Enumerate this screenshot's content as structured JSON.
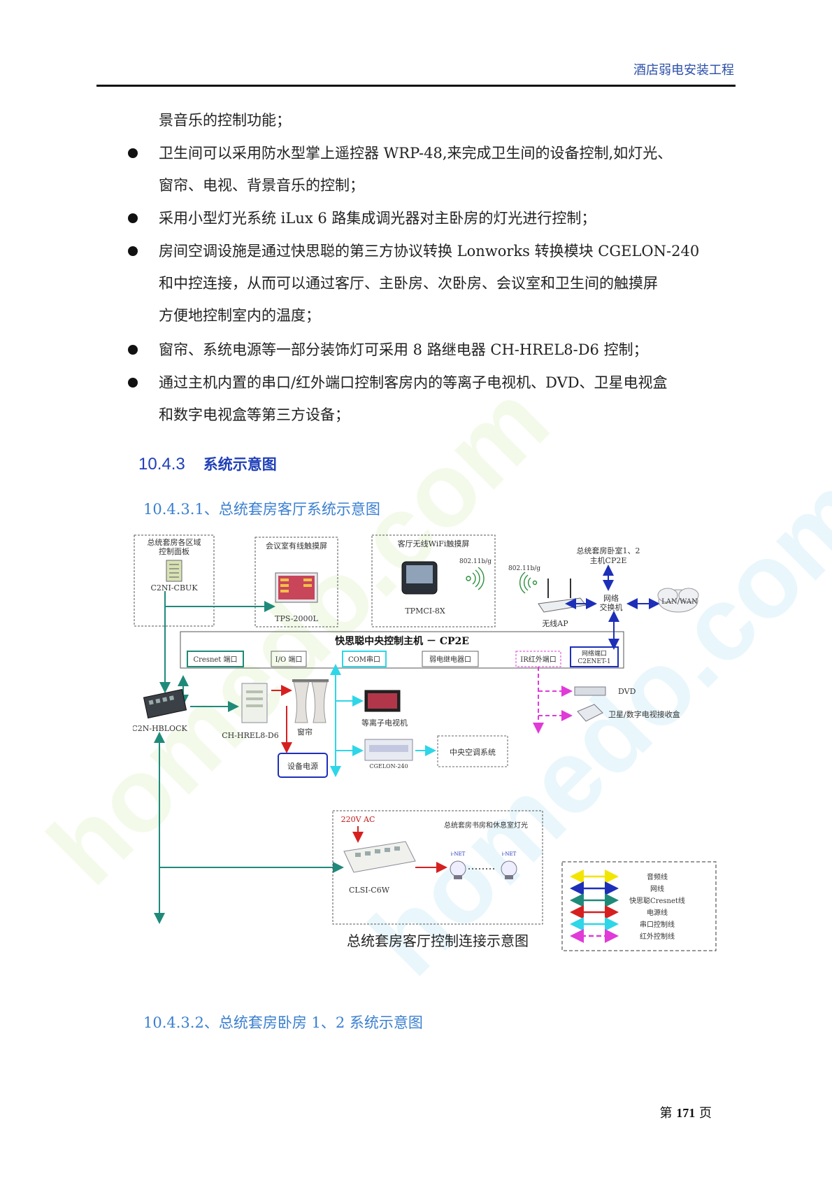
{
  "header": {
    "title": "酒店弱电安装工程"
  },
  "body": {
    "lines": [
      {
        "text": "景音乐的控制功能；",
        "bullet": false
      },
      {
        "text": "卫生间可以采用防水型掌上遥控器 WRP-48,来完成卫生间的设备控制,如灯光、",
        "bullet": true
      },
      {
        "text": "窗帘、电视、背景音乐的控制；",
        "bullet": false
      },
      {
        "text": "采用小型灯光系统 iLux 6 路集成调光器对主卧房的灯光进行控制；",
        "bullet": true
      },
      {
        "text": "房间空调设施是通过快思聪的第三方协议转换 Lonworks 转换模块 CGELON-240",
        "bullet": true
      },
      {
        "text": "和中控连接，从而可以通过客厅、主卧房、次卧房、会议室和卫生间的触摸屏",
        "bullet": false
      },
      {
        "text": "方便地控制室内的温度；",
        "bullet": false
      },
      {
        "text": "窗帘、系统电源等一部分装饰灯可采用 8 路继电器 CH-HREL8-D6 控制；",
        "bullet": true
      },
      {
        "text": "通过主机内置的串口/红外端口控制客房内的等离子电视机、DVD、卫星电视盒",
        "bullet": true
      },
      {
        "text": "和数字电视盒等第三方设备；",
        "bullet": false
      }
    ]
  },
  "section": {
    "number": "10.4.3",
    "title": "系统示意图"
  },
  "subsections": [
    {
      "label": "10.4.3.1、总统套房客厅系统示意图"
    },
    {
      "label": "10.4.3.2、总统套房卧房 1、2 系统示意图"
    }
  ],
  "diagram": {
    "panel_box": "总统套房各区域\n控制面板",
    "panel_model": "C2NI-CBUK",
    "meeting_box": "会议室有线触摸屏",
    "meeting_model": "TPS-2000L",
    "wifi_box": "客厅无线WiFi触摸屏",
    "wifi_std": "802.11b/g",
    "wifi_model": "TPMCI-8X",
    "ap_std": "802.11b/g",
    "ap_label": "无线AP",
    "bedroom_host": "总统套房卧室1、2\n主机CP2E",
    "switch_label": "网络\n交换机",
    "lanwan": "LAN/WAN",
    "main_host": "快思聪中央控制主机 － CP2E",
    "ports": [
      "Cresnet 端口",
      "I/O 端口",
      "COM串口",
      "弱电继电器口",
      "IR红外端口",
      "网络端口\nC2ENET-1"
    ],
    "dvd": "DVD",
    "satbox": "卫星/数字电视接收盒",
    "hblock": "C2N-HBLOCK",
    "relay": "CH-HREL8-D6",
    "curtain": "窗帘",
    "power": "设备电源",
    "plasma": "等离子电视机",
    "cgelon": "CGELON-240",
    "ac": "中央空调系统",
    "ac220": "220V AC",
    "study_lights": "总统套房书房和休息室灯光",
    "clsi": "CLSI-C6W",
    "inet": "i-NET",
    "caption": "总统套房客厅控制连接示意图",
    "legend": [
      {
        "label": "音频线",
        "color": "#f2e600",
        "style": "solid"
      },
      {
        "label": "网线",
        "color": "#1d2fb8",
        "style": "solid"
      },
      {
        "label": "快思聪Cresnet线",
        "color": "#1f8a7a",
        "style": "solid"
      },
      {
        "label": "电源线",
        "color": "#d62020",
        "style": "solid"
      },
      {
        "label": "串口控制线",
        "color": "#2ed6e8",
        "style": "solid"
      },
      {
        "label": "红外控制线",
        "color": "#e03ad8",
        "style": "dashed"
      }
    ]
  },
  "footer": {
    "prefix": "第",
    "page": "171",
    "suffix": "页"
  }
}
